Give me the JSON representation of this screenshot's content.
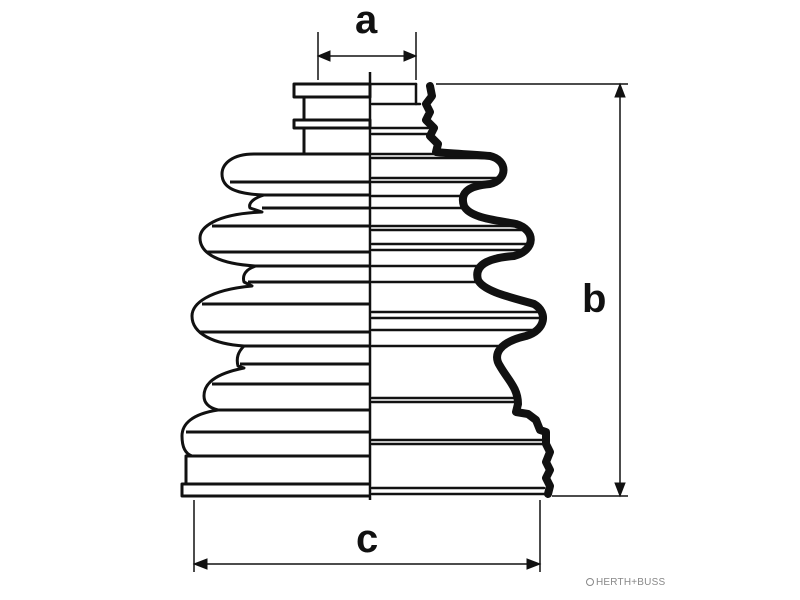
{
  "dimensions": {
    "a": "a",
    "b": "b",
    "c": "c"
  },
  "watermark": "HERTH+BUSS",
  "colors": {
    "line": "#111111",
    "watermark": "#888888",
    "background": "#ffffff"
  }
}
